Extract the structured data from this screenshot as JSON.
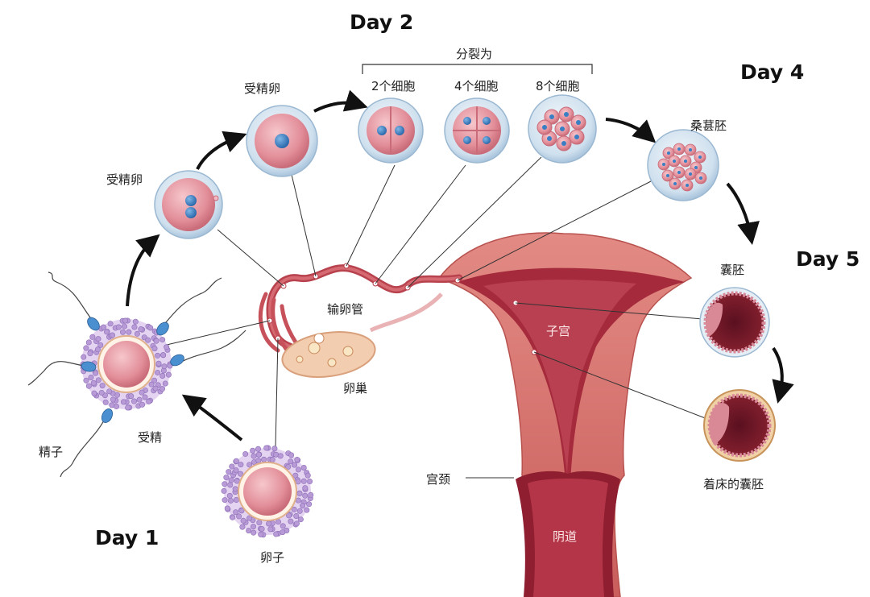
{
  "days": {
    "day1": "Day 1",
    "day2": "Day 2",
    "day4": "Day 4",
    "day5": "Day 5"
  },
  "labels": {
    "sperm": "精子",
    "fertilization": "受精",
    "egg": "卵子",
    "zygote_early": "受精卵",
    "zygote": "受精卵",
    "division_header": "分裂为",
    "cell2": "2个细胞",
    "cell4": "4个细胞",
    "cell8": "8个细胞",
    "morula": "桑葚胚",
    "blastocyst": "囊胚",
    "implanted_blastocyst": "着床的囊胚",
    "fallopian_tube": "输卵管",
    "ovary": "卵巢",
    "uterus": "子宫",
    "cervix": "宫颈",
    "vagina": "阴道"
  },
  "colors": {
    "uterus_wall": "#d9726e",
    "uterus_inner": "#9b2335",
    "cell_membrane": "#d6e6f2",
    "cell_body": "#e89aa4",
    "nucleus": "#3a7fc4",
    "corona": "#b79ad6",
    "arrow": "#111111"
  }
}
